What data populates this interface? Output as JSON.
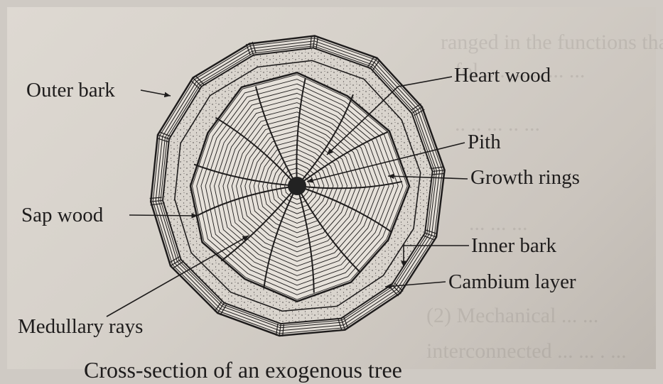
{
  "labels": {
    "outer_bark": "Outer bark",
    "heart_wood": "Heart wood",
    "pith": "Pith",
    "growth_rings": "Growth rings",
    "sap_wood": "Sap wood",
    "inner_bark": "Inner bark",
    "cambium_layer": "Cambium layer",
    "medullary_rays": "Medullary rays"
  },
  "caption": "Cross-section of an exogenous tree",
  "colors": {
    "ink": "#1e1c1c",
    "paper": "#dcd7d0",
    "bark_fill": "#e4dfd8",
    "inner_bark_fill": "#d9d4cd"
  }
}
